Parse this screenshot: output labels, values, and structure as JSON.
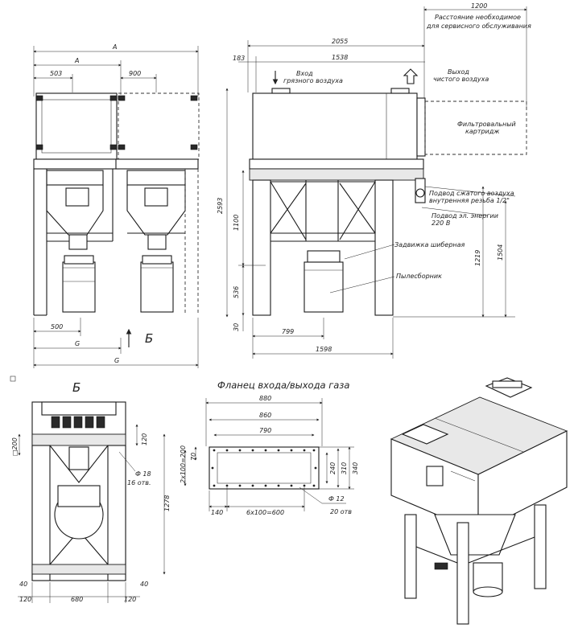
{
  "front_view": {
    "dim_A_outer": "A",
    "dim_A_inner": "A",
    "dim_503": "503",
    "dim_900": "900",
    "dim_500": "500",
    "dim_G_inner": "G",
    "dim_G_outer": "G",
    "view_marker": "Б"
  },
  "side_view": {
    "dim_1200": "1200",
    "service_note_line1": "Расстояние необходимое",
    "service_note_line2": "для сервисного обслуживания",
    "dim_2055": "2055",
    "dim_183": "183",
    "dim_1538": "1538",
    "inlet_line1": "Вход",
    "inlet_line2": "грязного воздуха",
    "outlet_line1": "Выход",
    "outlet_line2": "чистого воздуха",
    "cartridge_line1": "Фильтровальный",
    "cartridge_line2": "картридж",
    "air_line1": "Подвод сжатого воздуха",
    "air_line2": "внутренняя резьба 1/2\"",
    "power_line1": "Подвод эл. энергии",
    "power_line2": "220 В",
    "gate_valve": "Задвижка шиберная",
    "dust_bin": "Пылесборник",
    "dim_2593": "2593",
    "dim_1100": "1100",
    "dim_536": "536",
    "dim_30": "30",
    "dim_1219": "1219",
    "dim_1504": "1504",
    "dim_799": "799",
    "dim_1598": "1598"
  },
  "view_b": {
    "title": "Б",
    "dim_200": "□200",
    "dim_120_top": "120",
    "hole_dia": "Ф 18",
    "hole_count": "16 отв.",
    "dim_1278": "1278",
    "dim_40_left": "40",
    "dim_120_left": "120",
    "dim_680": "680",
    "dim_120_right": "120",
    "dim_40_right": "40"
  },
  "flange": {
    "title": "Фланец входа/выхода газа",
    "dim_880": "880",
    "dim_860": "860",
    "dim_790": "790",
    "dim_70": "70",
    "dim_2x100": "2х100=200",
    "dim_240": "240",
    "dim_310": "310",
    "dim_340": "340",
    "dim_140": "140",
    "dim_6x100": "6х100=600",
    "hole_dia": "Ф 12",
    "hole_count": "20 отв"
  }
}
